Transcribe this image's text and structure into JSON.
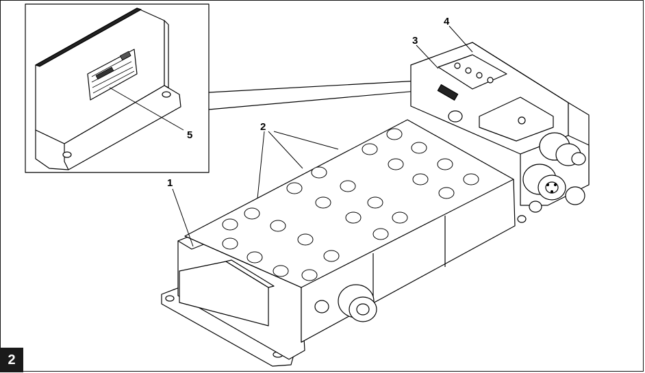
{
  "figure": {
    "number": "2"
  },
  "callouts": [
    {
      "id": "1",
      "text": "1"
    },
    {
      "id": "2",
      "text": "2"
    },
    {
      "id": "3",
      "text": "3"
    },
    {
      "id": "4",
      "text": "4"
    },
    {
      "id": "5",
      "text": "5"
    }
  ]
}
